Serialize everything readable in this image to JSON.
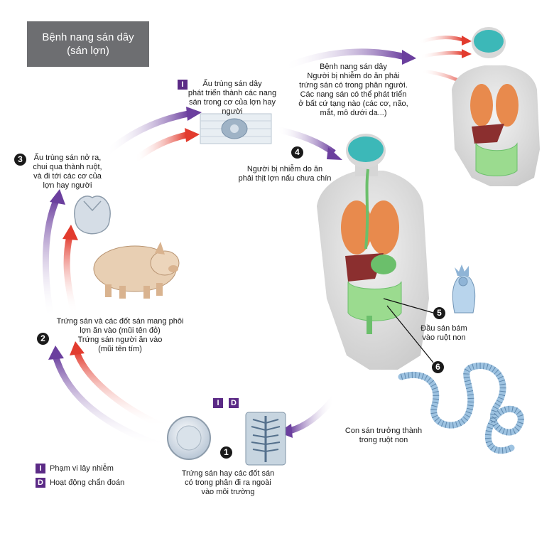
{
  "title": {
    "line1": "Bệnh nang sán dây",
    "line2": "(sán lợn)"
  },
  "steps": [
    {
      "num": "1",
      "text": [
        "Trứng sán hay các đốt sán",
        "có trong phân đi ra ngoài",
        "vào môi trường"
      ]
    },
    {
      "num": "2",
      "text": [
        "Trứng sán và các đốt sán mang phôi",
        "lợn ăn vào (mũi tên đỏ)",
        "Trứng sán người ăn vào",
        "(mũi tên tím)"
      ]
    },
    {
      "num": "3",
      "text": [
        "Ấu trùng sán nở ra,",
        "chui qua thành ruột,",
        "và đi tới các cơ của",
        "lợn hay người"
      ]
    },
    {
      "num": "4",
      "text": [
        "Người bị nhiễm do ăn",
        "phải thịt lợn nấu chưa chín"
      ]
    },
    {
      "num": "5",
      "text": [
        "Đầu sán bám",
        "vào ruột non"
      ]
    },
    {
      "num": "6",
      "text": [
        "Con sán trưởng thành",
        "trong ruột non"
      ]
    }
  ],
  "cyst_label": [
    "Ấu trùng sán dây",
    "phát triển thành các nang",
    "sán trong cơ của lợn hay người"
  ],
  "disease_label": [
    "Bệnh nang sán dây",
    "Người bị nhiễm do ăn phải",
    "trứng sán có trong phân người.",
    "Các nang sán có thể phát triển",
    "ở bất cứ tạng nào (các cơ, não,",
    "mắt, mô dưới da...)"
  ],
  "legend": [
    {
      "letter": "I",
      "text": "Phạm vi lây nhiễm"
    },
    {
      "letter": "D",
      "text": "Hoạt động chẩn đoán"
    }
  ],
  "badges": {
    "infective": "I",
    "diagnostic": "D"
  },
  "colors": {
    "purple": "#6b3f9e",
    "red": "#e23b2e",
    "badge": "#5b2a86",
    "title_bg": "#6d6e71"
  }
}
